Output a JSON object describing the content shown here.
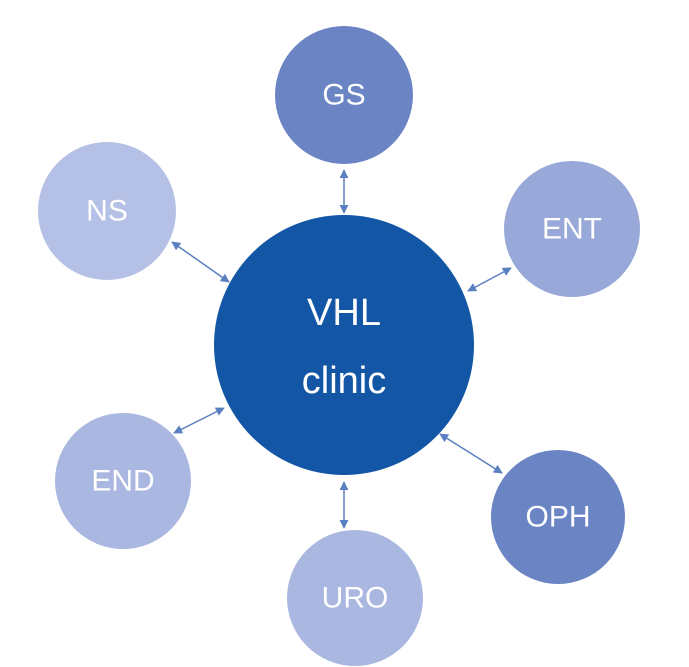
{
  "center": {
    "line1": "VHL",
    "line2": "clinic",
    "color": "#1356a6"
  },
  "connector_color": "#5a7fc0",
  "nodes": [
    {
      "id": "gs",
      "label": "GS",
      "color": "#6b84c4"
    },
    {
      "id": "ent",
      "label": "ENT",
      "color": "#98a8d8"
    },
    {
      "id": "oph",
      "label": "OPH",
      "color": "#6b84c4"
    },
    {
      "id": "uro",
      "label": "URO",
      "color": "#aab7e0"
    },
    {
      "id": "end",
      "label": "END",
      "color": "#aab7e0"
    },
    {
      "id": "ns",
      "label": "NS",
      "color": "#b4c0e6"
    }
  ]
}
